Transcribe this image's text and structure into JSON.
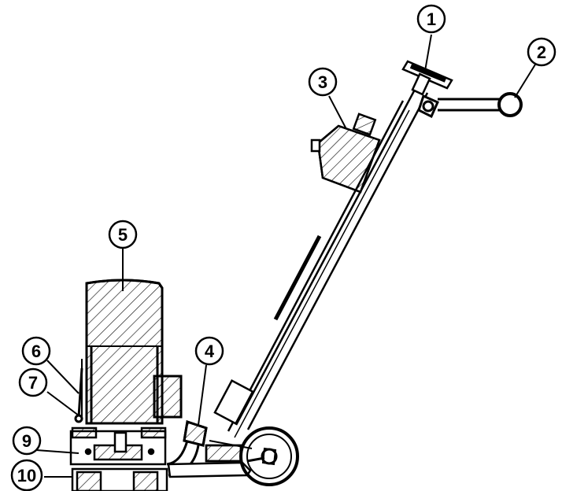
{
  "diagram": {
    "callouts": [
      {
        "num": "1"
      },
      {
        "num": "2"
      },
      {
        "num": "3"
      },
      {
        "num": "4"
      },
      {
        "num": "5"
      },
      {
        "num": "6"
      },
      {
        "num": "7"
      },
      {
        "num": "9"
      },
      {
        "num": "10"
      }
    ]
  }
}
